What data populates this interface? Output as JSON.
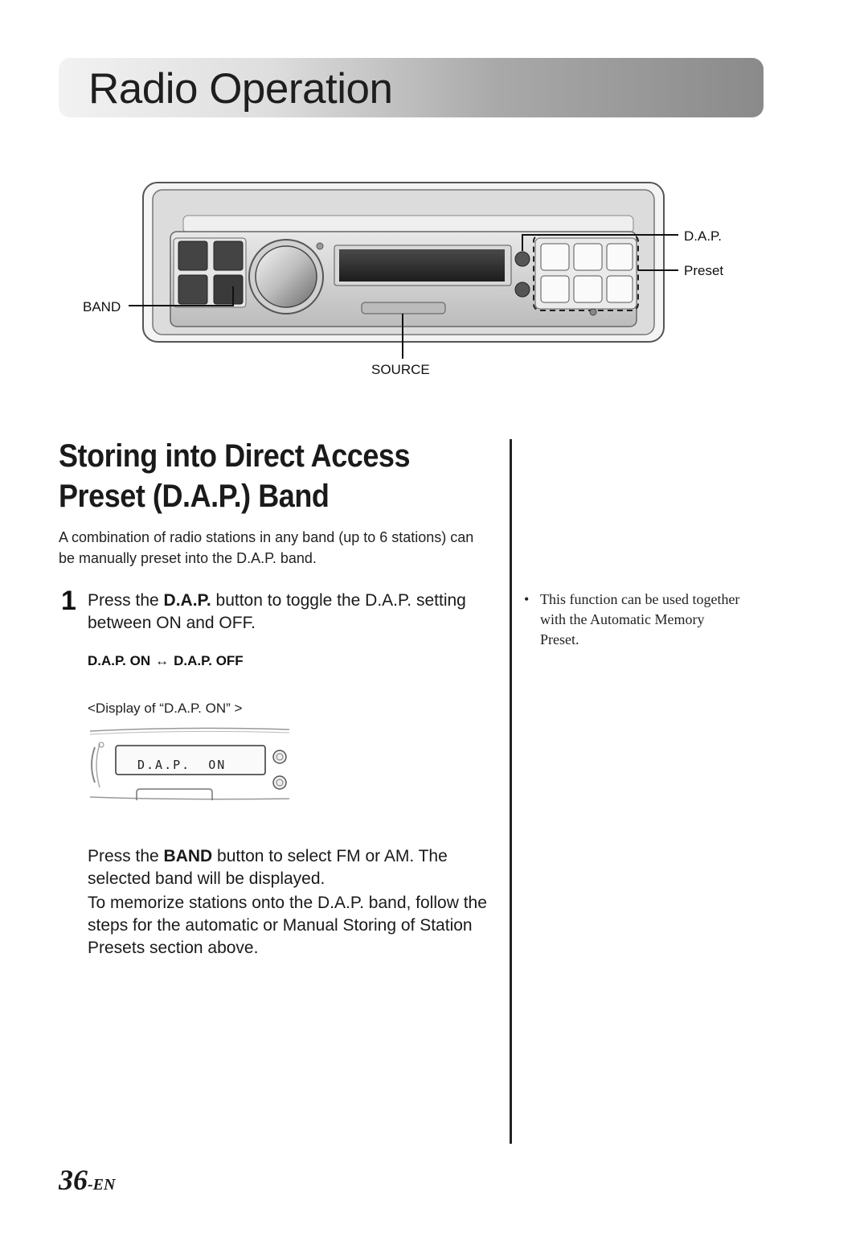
{
  "header": {
    "title": "Radio Operation"
  },
  "figure": {
    "callouts": {
      "dap": "D.A.P.",
      "preset": "Preset",
      "band": "BAND",
      "source": "SOURCE"
    }
  },
  "section": {
    "heading_line1": "Storing into Direct Access",
    "heading_line2": "Preset (D.A.P.) Band",
    "intro": "A combination of radio stations in any band (up to 6 stations) can be manually preset into the D.A.P. band."
  },
  "step1": {
    "number": "1",
    "text_before": "Press the ",
    "bold": "D.A.P.",
    "text_after": " button to toggle the D.A.P. setting between ON and OFF.",
    "toggle_left": "D.A.P. ON",
    "toggle_arrow": "↔",
    "toggle_right": "D.A.P. OFF",
    "display_caption": "<Display of “D.A.P. ON” >",
    "display_text": "D.A.P.  ON"
  },
  "step2": {
    "text_before": "Press the ",
    "bold": "BAND",
    "text_after": " button to select FM or AM. The selected band will be displayed."
  },
  "step3": {
    "text": "To memorize stations onto the D.A.P. band, follow the steps for the automatic or Manual Storing of Station Presets section above."
  },
  "sidebar_note": {
    "bullet": "•",
    "text": "This function can be used together with the Automatic Memory Preset."
  },
  "footer": {
    "page_number": "36",
    "suffix": "-EN"
  }
}
